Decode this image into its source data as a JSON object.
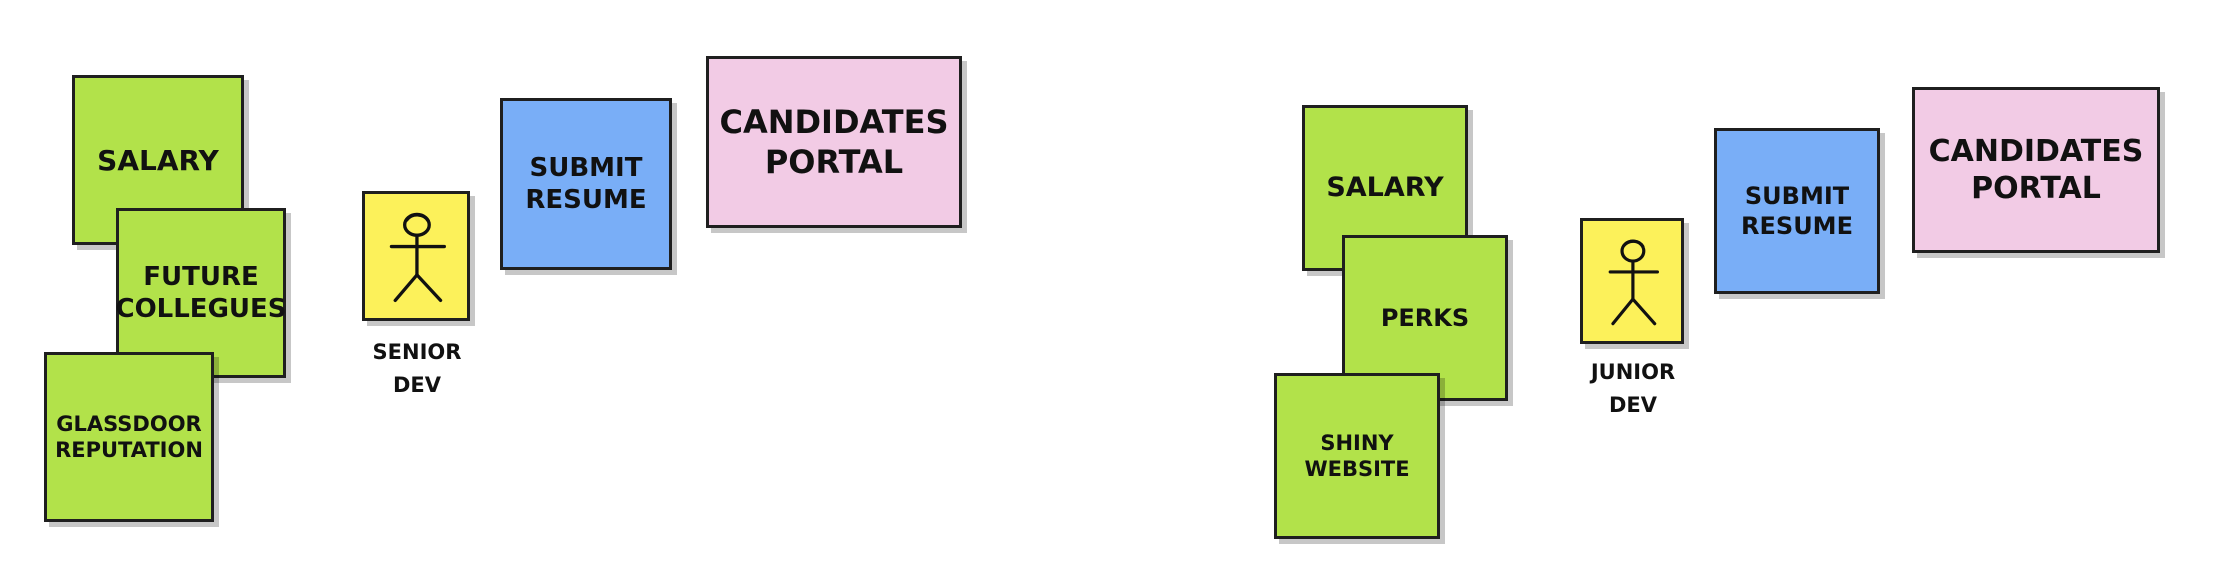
{
  "left_board": {
    "salary": "SALARY",
    "future_colleagues": "FUTURE\nCOLLEGUES",
    "glassdoor": "GLASSDOOR\nREPUTATION",
    "actor_label": "SENIOR\nDEV",
    "submit_resume": "SUBMIT\nRESUME",
    "candidates_portal": "CANDIDATES\nPORTAL"
  },
  "right_board": {
    "salary": "SALARY",
    "perks": "PERKS",
    "shiny_website": "SHINY\nWEBSITE",
    "actor_label": "JUNIOR\nDEV",
    "submit_resume": "SUBMIT\nRESUME",
    "candidates_portal": "CANDIDATES\nPORTAL"
  },
  "colors": {
    "green_note": "#b2e24a",
    "blue_note": "#79aef7",
    "pink_note": "#f2cbe5",
    "actor_note": "#fcf15a"
  },
  "icons": {
    "actor": "stick-figure-icon"
  }
}
